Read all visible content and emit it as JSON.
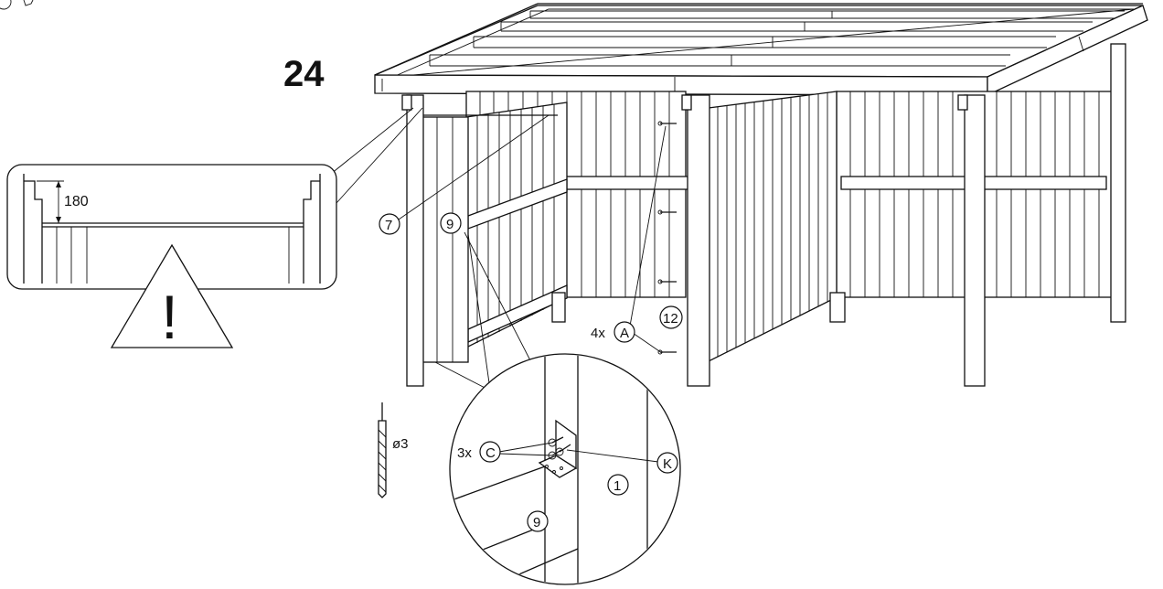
{
  "step_number": "24",
  "callouts": {
    "part_7": "7",
    "part_9_top": "9",
    "part_12": "12",
    "part_1": "1",
    "part_9_detail": "9",
    "hw_A": "A",
    "hw_C": "C",
    "hw_K": "K"
  },
  "quantities": {
    "qty_A": "4x",
    "qty_C": "3x",
    "qty_detail": "3x"
  },
  "measurements": {
    "gap_mm": "180",
    "drill_diameter": "ø3"
  },
  "warning_symbol": "!"
}
